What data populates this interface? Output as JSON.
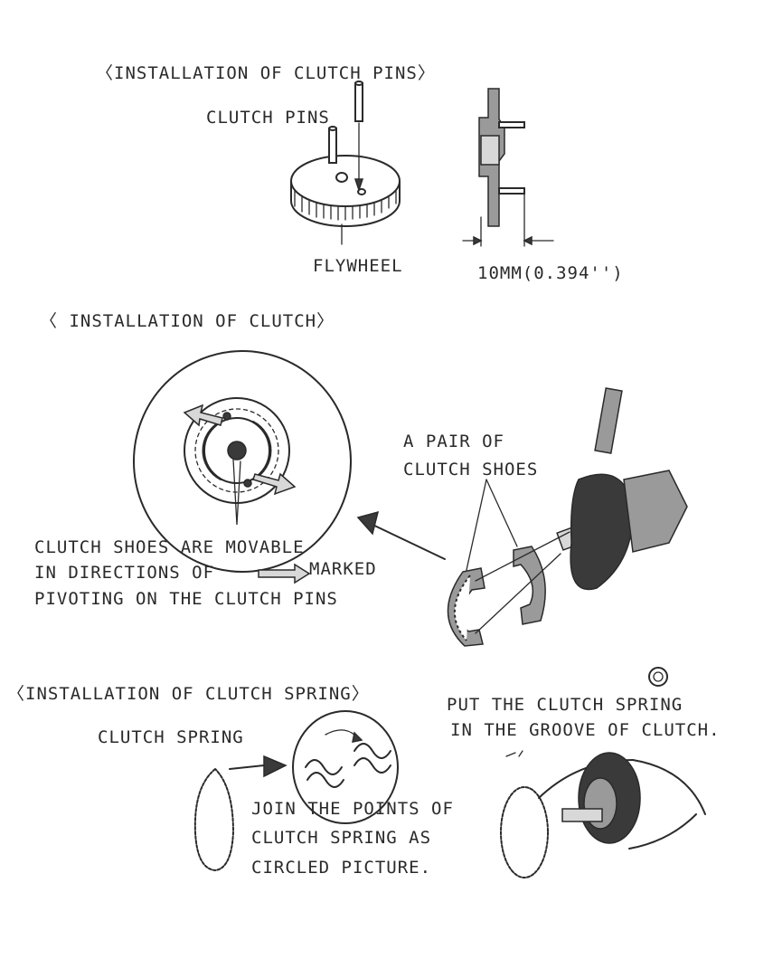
{
  "section1": {
    "title": "〈INSTALLATION OF CLUTCH PINS〉",
    "clutch_pins_label": "CLUTCH PINS",
    "flywheel_label": "FLYWHEEL",
    "dimension_label": "10MM(0.394'')"
  },
  "section2": {
    "title": "〈 INSTALLATION OF CLUTCH〉",
    "pair_label_line1": "A PAIR OF",
    "pair_label_line2": "CLUTCH SHOES",
    "note_line1": "CLUTCH SHOES ARE MOVABLE",
    "note_line2a": "IN DIRECTIONS OF",
    "note_line2b": "MARKED",
    "note_line3": "PIVOTING ON THE CLUTCH PINS"
  },
  "section3": {
    "title": "〈INSTALLATION OF CLUTCH SPRING〉",
    "spring_label": "CLUTCH SPRING",
    "put_line1": "PUT THE CLUTCH SPRING",
    "put_line2": "IN THE GROOVE OF CLUTCH.",
    "join_line1": "JOIN THE POINTS OF",
    "join_line2": "CLUTCH SPRING AS",
    "join_line3": "CIRCLED PICTURE."
  }
}
